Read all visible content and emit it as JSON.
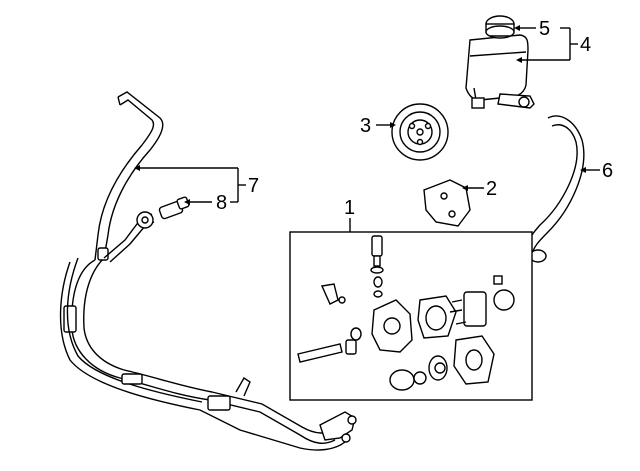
{
  "callouts": {
    "c1": "1",
    "c2": "2",
    "c3": "3",
    "c4": "4",
    "c5": "5",
    "c6": "6",
    "c7": "7",
    "c8": "8"
  },
  "colors": {
    "ink": "#000000",
    "background": "#ffffff"
  }
}
